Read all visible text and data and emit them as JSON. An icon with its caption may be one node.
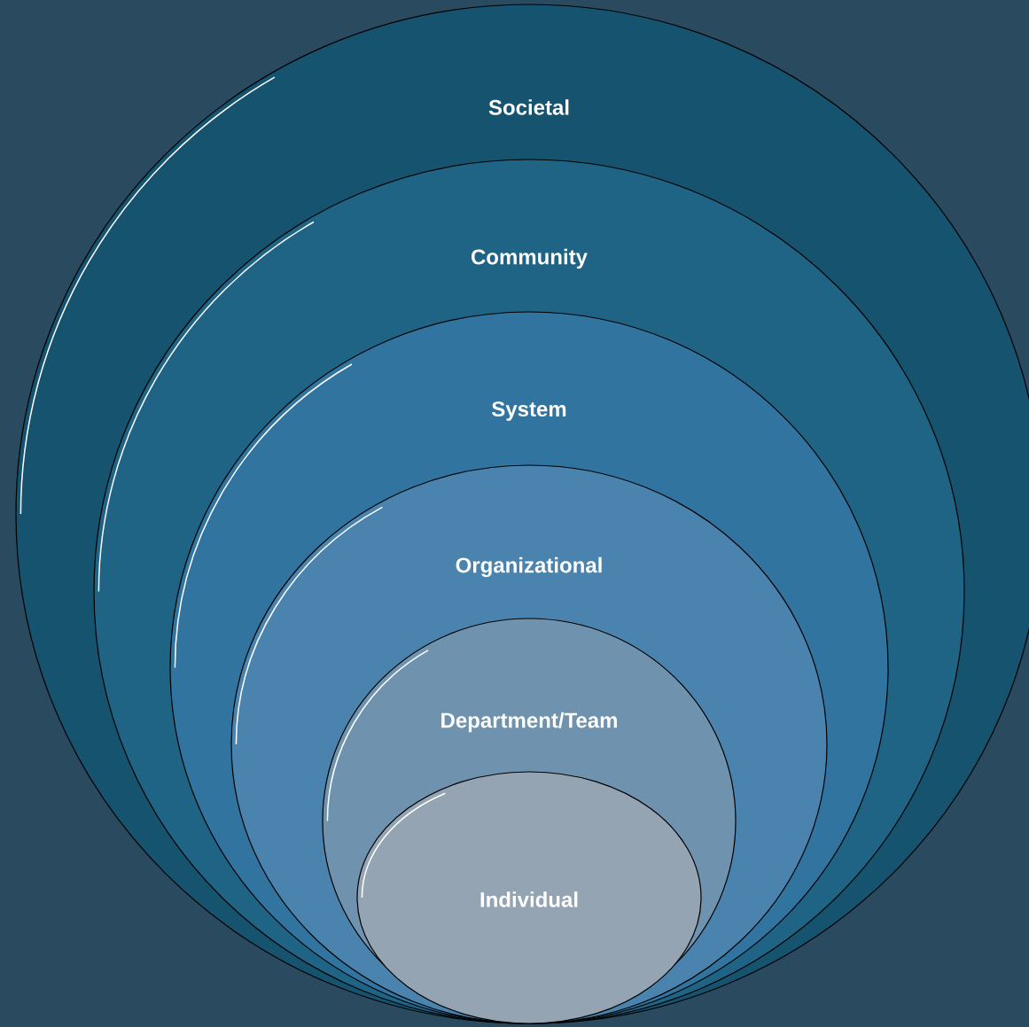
{
  "diagram": {
    "nodes": [
      {
        "text": [
          "Societal"
        ]
      },
      {
        "text": [
          "Community"
        ],
        "in": 0
      },
      {
        "text": [
          "System"
        ],
        "in": 1
      },
      {
        "text": [
          "Organizational"
        ],
        "in": 2
      },
      {
        "text": [
          "Department/Team"
        ],
        "in": 3
      },
      {
        "text": [
          "Individual"
        ],
        "in": 4
      }
    ]
  }
}
